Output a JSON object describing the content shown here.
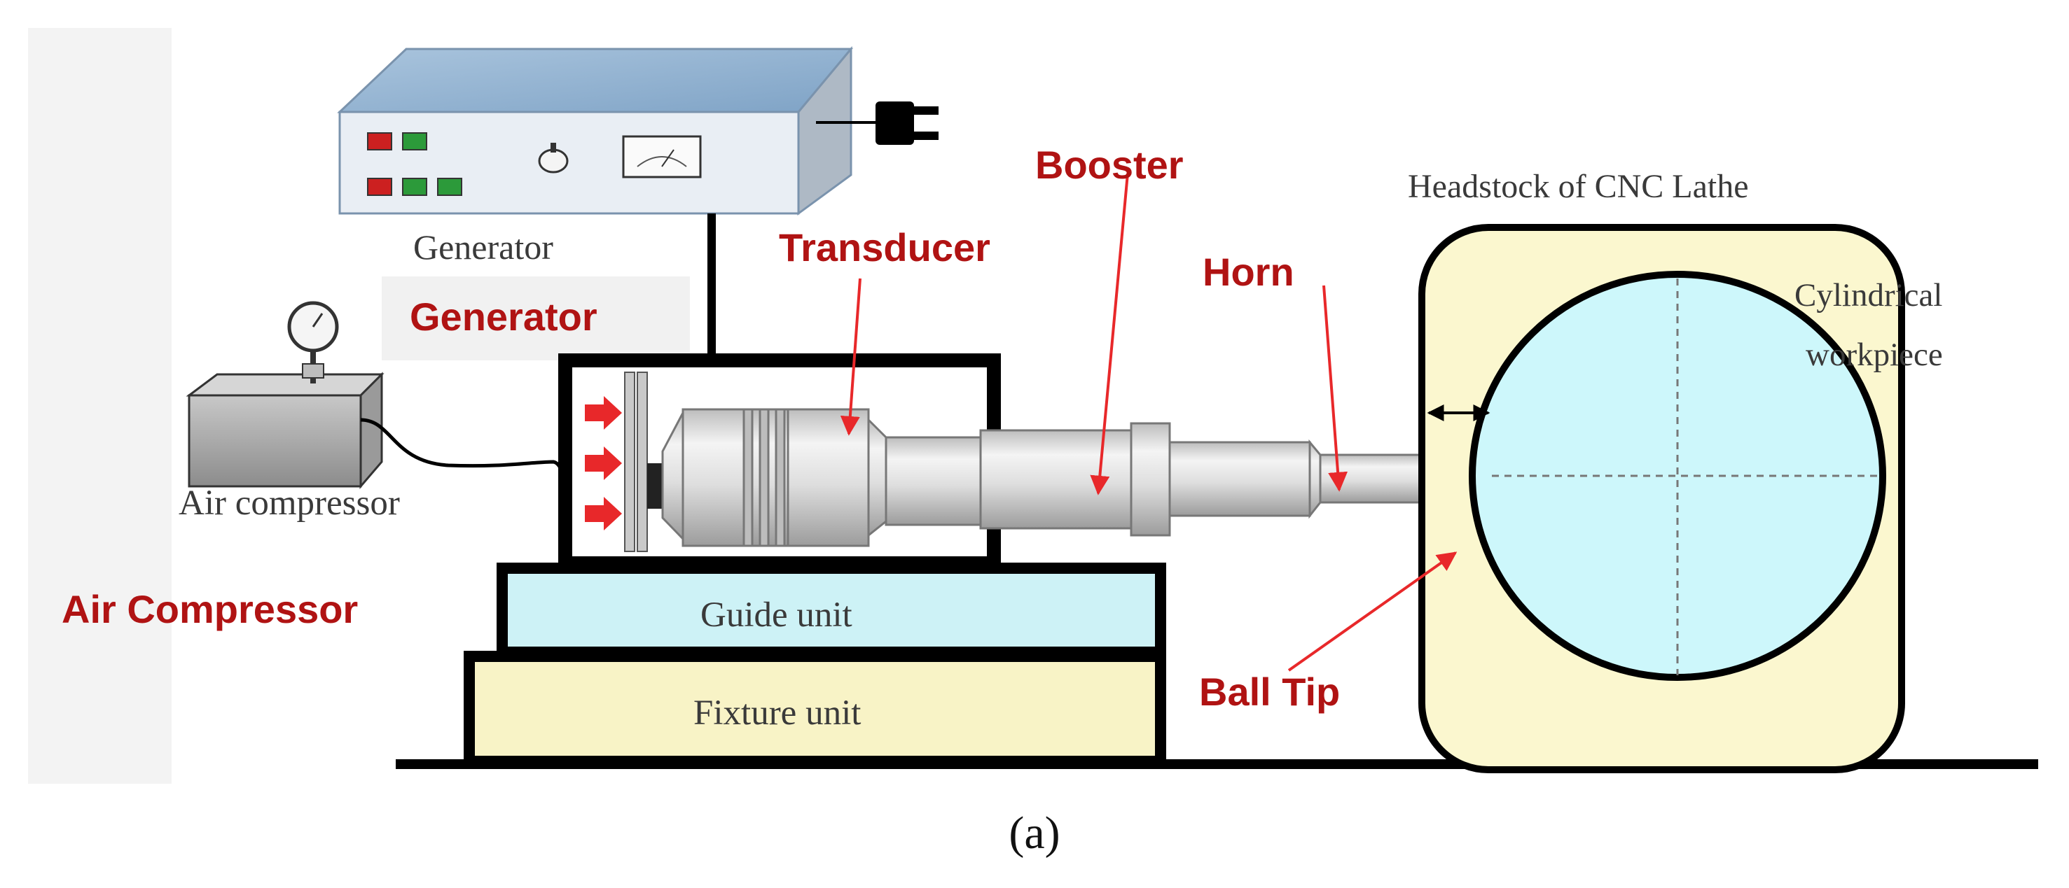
{
  "labels": {
    "generator_small": "Generator",
    "generator_red": "Generator",
    "transducer": "Transducer",
    "booster": "Booster",
    "horn": "Horn",
    "headstock": "Headstock of CNC Lathe",
    "cylindrical_1": "Cylindrical",
    "cylindrical_2": "workpiece",
    "air_compressor_small": "Air compressor",
    "air_compressor_red": "Air Compressor",
    "guide_unit": "Guide unit",
    "fixture_unit": "Fixture unit",
    "ball_tip": "Ball Tip"
  },
  "caption": "(a)",
  "colors": {
    "label_red": "#b01313",
    "arrow_red": "#e8282a",
    "headstock_fill": "#fbf7cf",
    "workpiece_fill": "#cdf7fb",
    "guide_fill": "#cdf2f6",
    "fixture_fill": "#f8f3c6",
    "generator_body": "#e3ebf3",
    "metal": "#dcdcdc"
  },
  "icons": [
    "plug-icon",
    "pressure-gauge-icon",
    "meter-icon",
    "knob-icon",
    "double-arrow-icon"
  ]
}
